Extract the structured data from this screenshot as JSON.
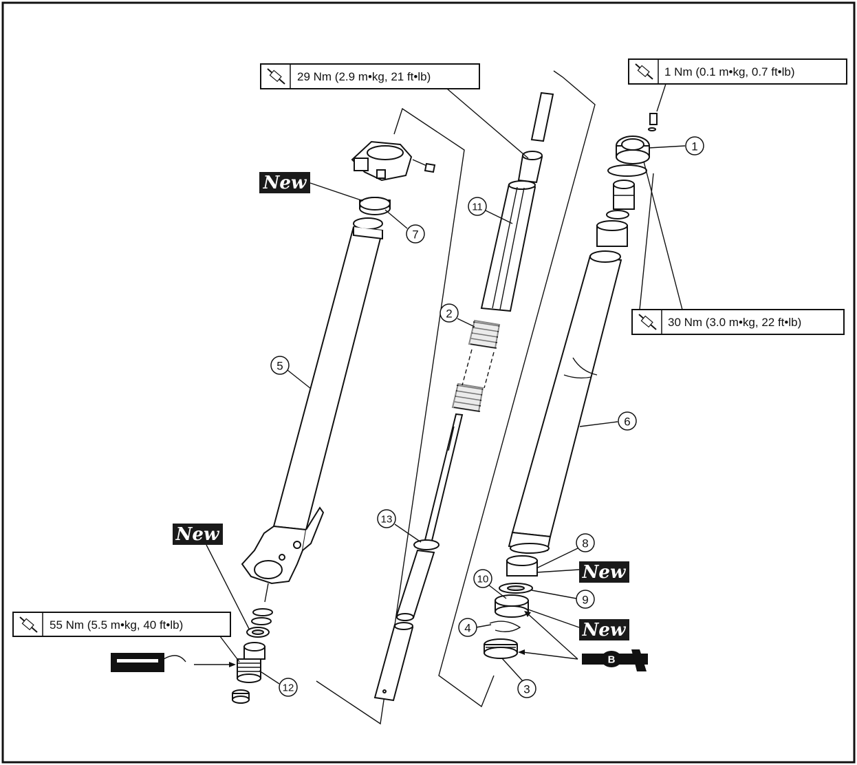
{
  "torque_specs": [
    {
      "id": "torque-top-center",
      "text": "29 Nm (2.9 m•kg, 21 ft•lb)"
    },
    {
      "id": "torque-top-right",
      "text": "1 Nm (0.1 m•kg, 0.7 ft•lb)"
    },
    {
      "id": "torque-mid-right",
      "text": "30 Nm (3.0 m•kg, 22 ft•lb)"
    },
    {
      "id": "torque-bottom-left",
      "text": "55 Nm (5.5 m•kg, 40 ft•lb)"
    }
  ],
  "new_labels": [
    "New",
    "New",
    "New",
    "New"
  ],
  "callouts": [
    "1",
    "2",
    "3",
    "4",
    "5",
    "6",
    "7",
    "8",
    "9",
    "10",
    "11",
    "12",
    "13"
  ],
  "grease_symbol_letter": "B",
  "colors": {
    "line": "#111111",
    "new_badge": "#1a1a1a",
    "background": "#ffffff"
  }
}
